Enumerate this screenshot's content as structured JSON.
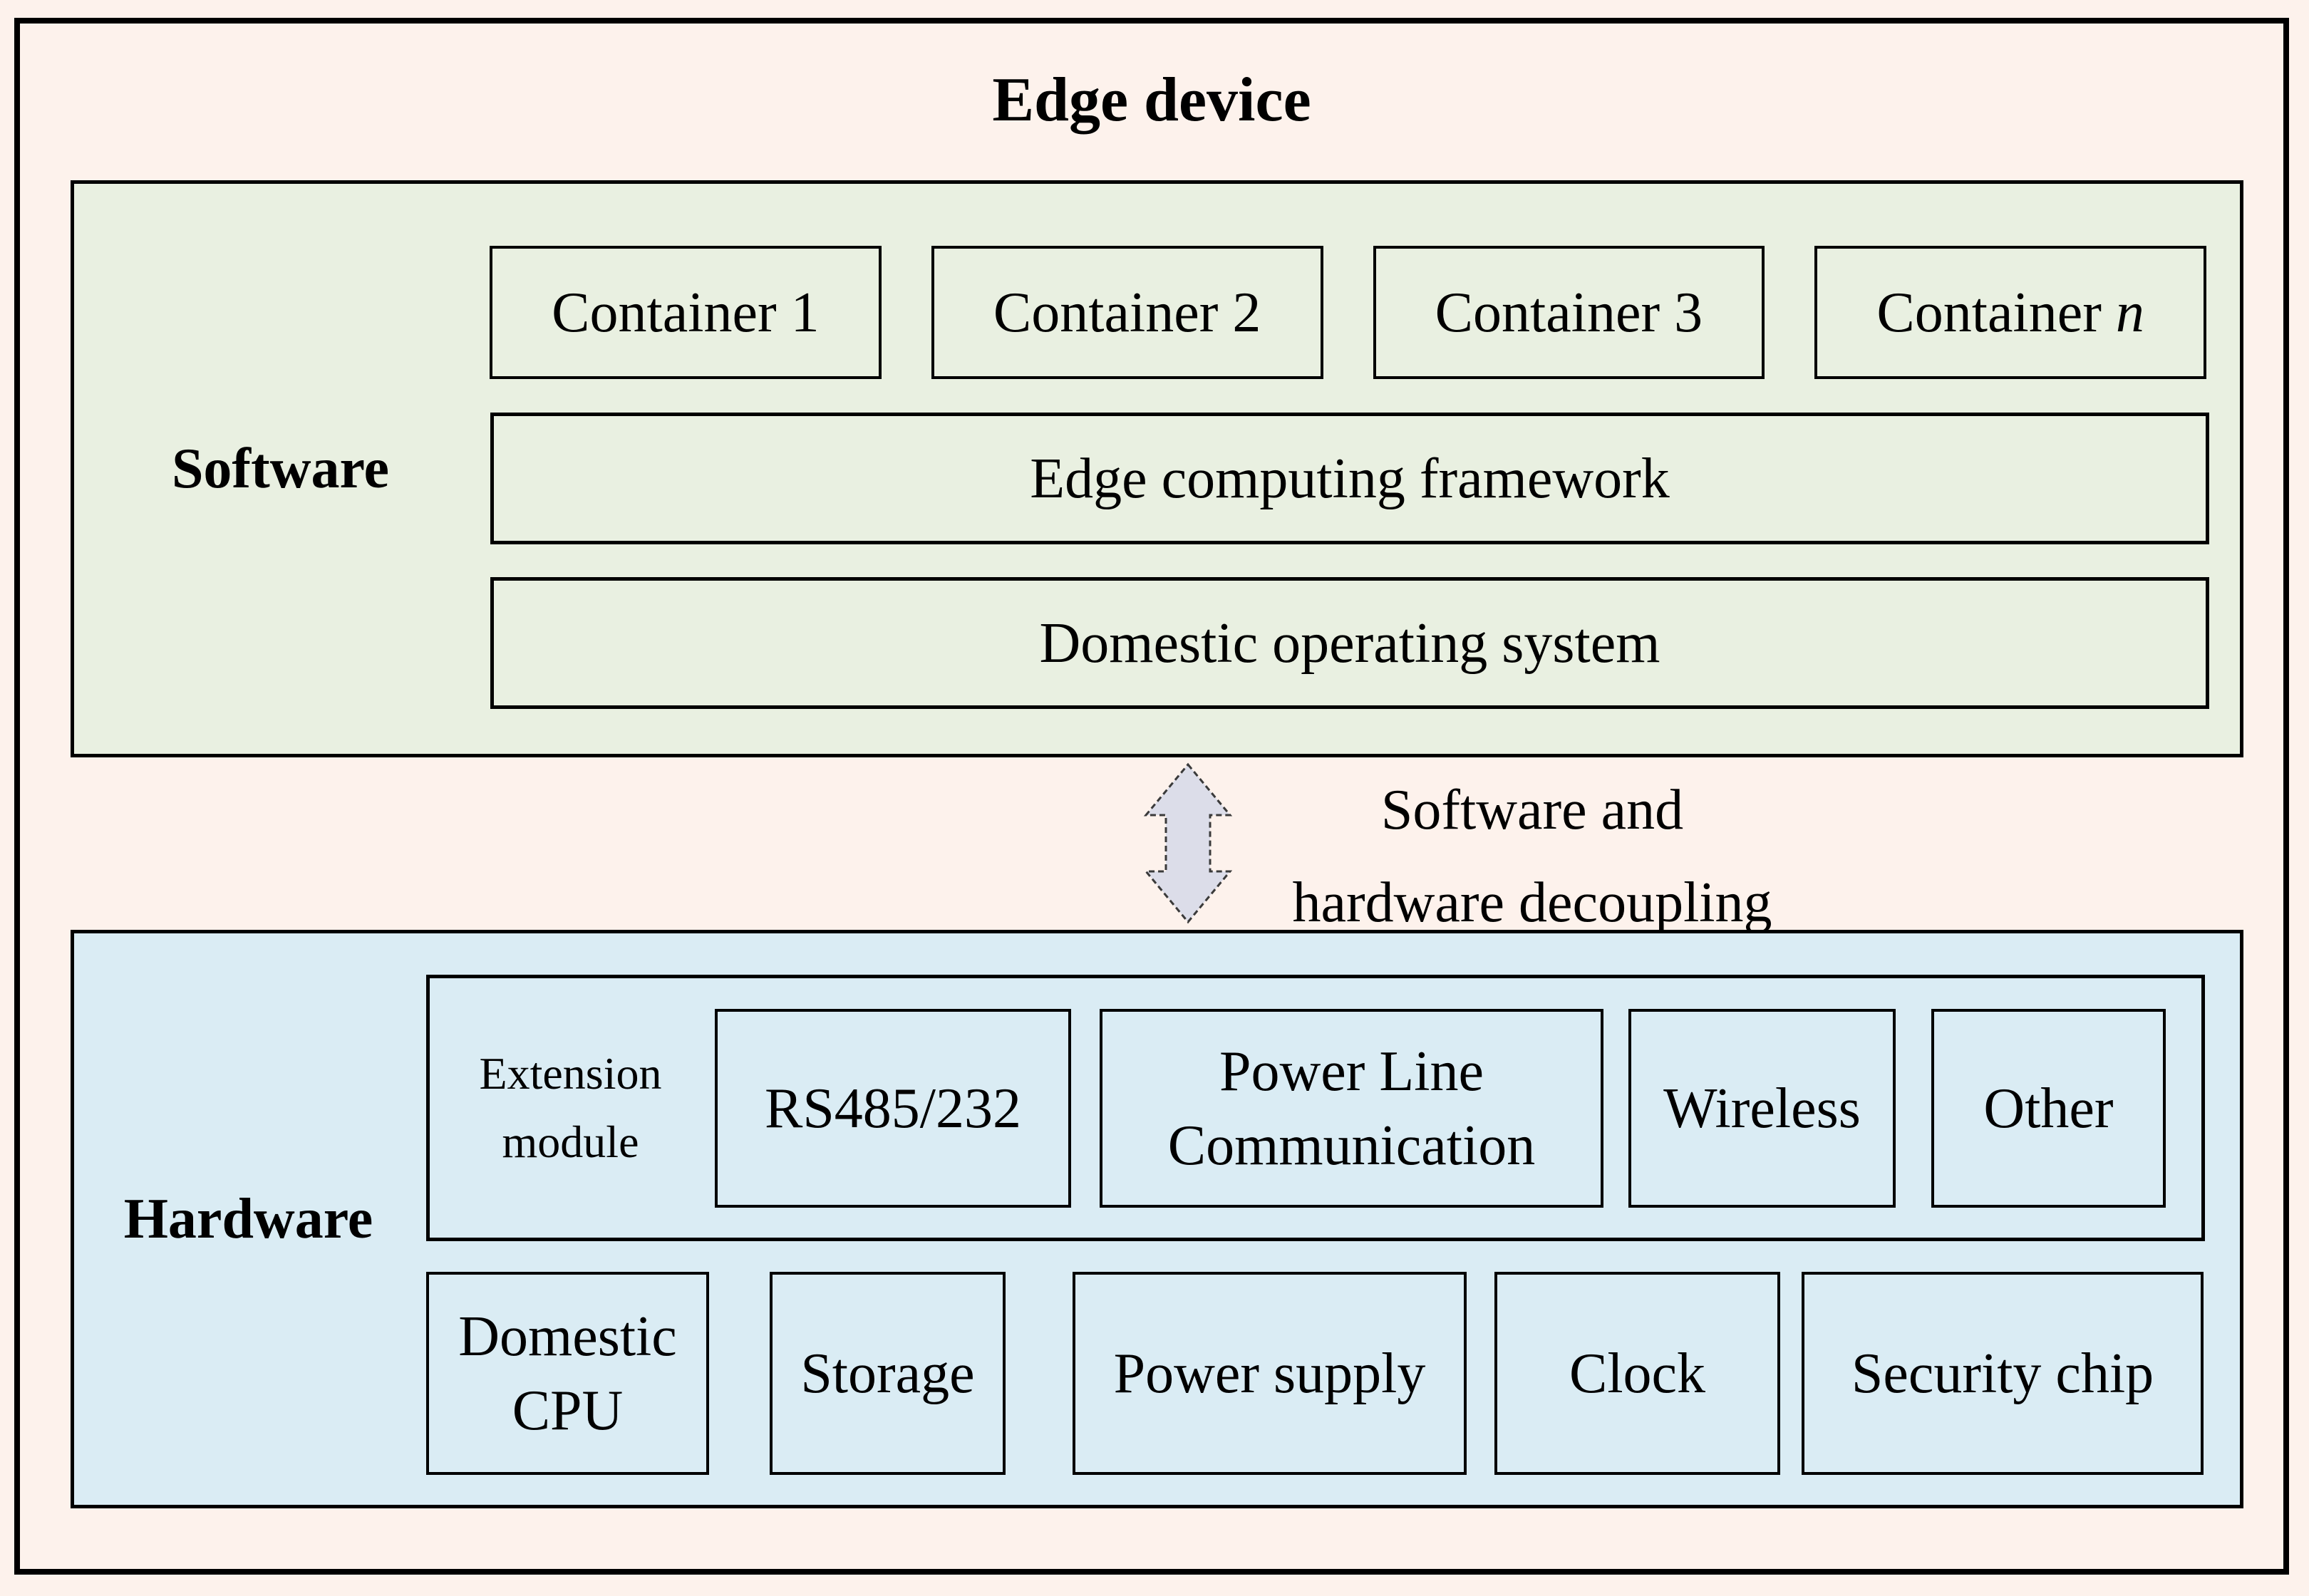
{
  "title": "Edge device",
  "software": {
    "label": "Software",
    "containers": [
      "Container 1",
      "Container 2",
      "Container 3"
    ],
    "container_n": {
      "prefix": "Container ",
      "suffix": "n"
    },
    "framework": "Edge computing framework",
    "os": "Domestic operating system"
  },
  "decoupling": {
    "line1": "Software and",
    "line2": "hardware decoupling"
  },
  "hardware": {
    "label": "Hardware",
    "extension": {
      "label_line1": "Extension",
      "label_line2": "module",
      "modules": [
        "RS485/232",
        "Power Line Communication",
        "Wireless",
        "Other"
      ]
    },
    "components": [
      "Domestic CPU",
      "Storage",
      "Power supply",
      "Clock",
      "Security chip"
    ]
  },
  "colors": {
    "page_bg": "#fdf2ec",
    "software_bg": "#e9f0e1",
    "hardware_bg": "#daecf4",
    "arrow_fill": "#dcdde9",
    "border": "#000000"
  }
}
